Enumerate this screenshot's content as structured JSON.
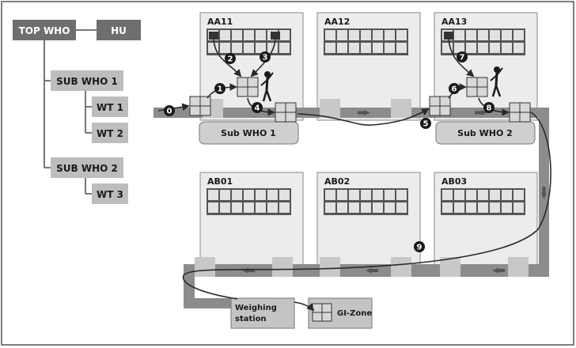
{
  "hierarchy": {
    "top_who": "TOP WHO",
    "hu": "HU",
    "sub_who_1": "SUB WHO 1",
    "wt_1": "WT 1",
    "wt_2": "WT 2",
    "sub_who_2": "SUB WHO 2",
    "wt_3": "WT 3"
  },
  "blocks": {
    "aa11": "AA11",
    "aa12": "AA12",
    "aa13": "AA13",
    "ab01": "AB01",
    "ab02": "AB02",
    "ab03": "AB03"
  },
  "zones": {
    "sub_who_1": "Sub WHO 1",
    "sub_who_2": "Sub WHO 2",
    "weighing_line1": "Weighing",
    "weighing_line2": "station",
    "gi_zone": "GI-Zone"
  },
  "steps": [
    "0",
    "1",
    "2",
    "3",
    "4",
    "5",
    "6",
    "7",
    "8",
    "9"
  ],
  "colors": {
    "node_dark": "#6e6e6e",
    "node_light": "#bdbdbd",
    "block_bg": "#ececec",
    "conveyor": "#8c8c8c",
    "conveyor_pad": "#c8c8c8",
    "rack_cell": "#e2e2e2",
    "path": "#2a2a2a"
  }
}
